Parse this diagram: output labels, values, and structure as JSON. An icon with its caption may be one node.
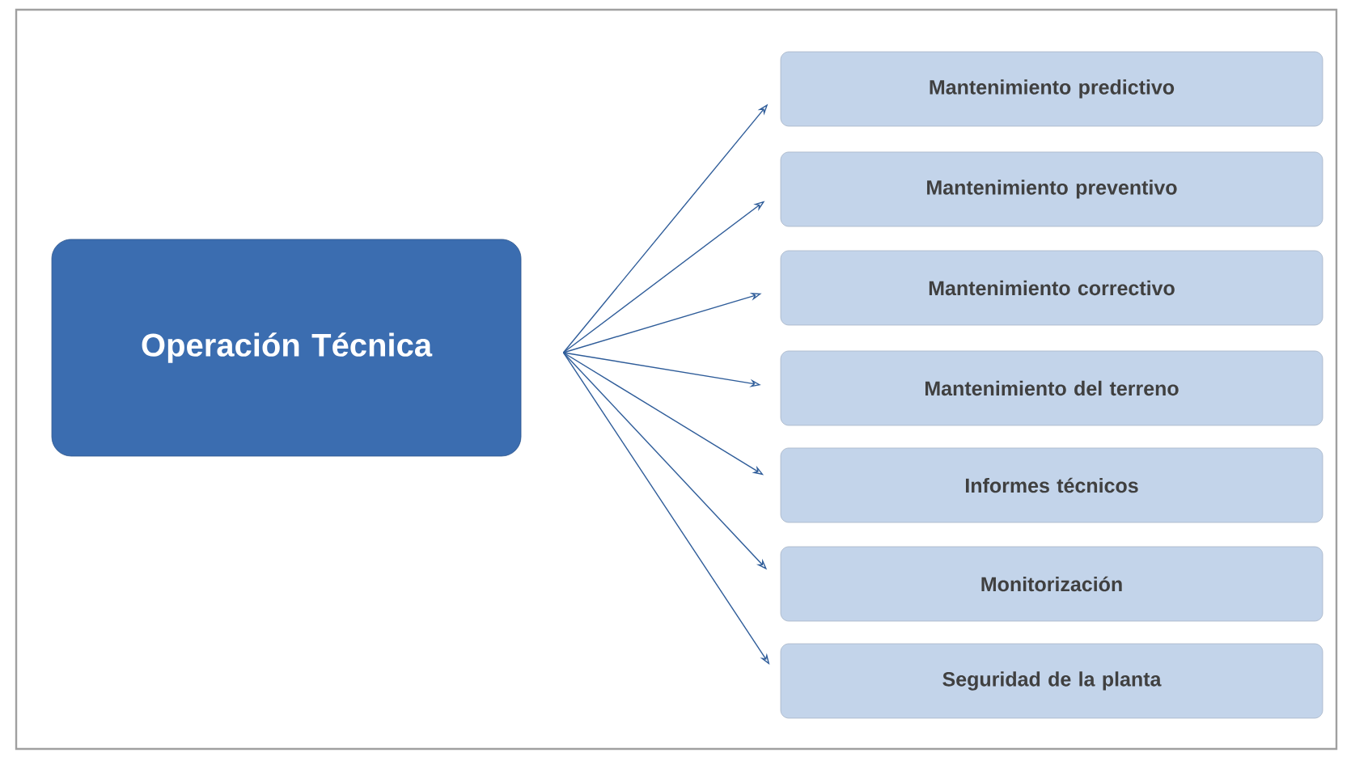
{
  "diagram": {
    "nodes": [
      {
        "text": [
          "Operación Técnica"
        ]
      },
      {
        "text": [
          "Mantenimiento predictivo"
        ]
      },
      {
        "text": [
          "Mantenimiento preventivo"
        ]
      },
      {
        "text": [
          "Mantenimiento correctivo"
        ]
      },
      {
        "text": [
          "Mantenimiento del terreno"
        ]
      },
      {
        "text": [
          "Informes técnicos"
        ]
      },
      {
        "text": [
          "Monitorización"
        ]
      },
      {
        "text": [
          "Seguridad de la planta"
        ]
      }
    ],
    "edges": [
      {
        "from": 0,
        "to": 1,
        "arrow": "to"
      },
      {
        "from": 0,
        "to": 2,
        "arrow": "to"
      },
      {
        "from": 0,
        "to": 3,
        "arrow": "to"
      },
      {
        "from": 0,
        "to": 4,
        "arrow": "to"
      },
      {
        "from": 0,
        "to": 5,
        "arrow": "to"
      },
      {
        "from": 0,
        "to": 6,
        "arrow": "to"
      },
      {
        "from": 0,
        "to": 7,
        "arrow": "to"
      }
    ]
  }
}
